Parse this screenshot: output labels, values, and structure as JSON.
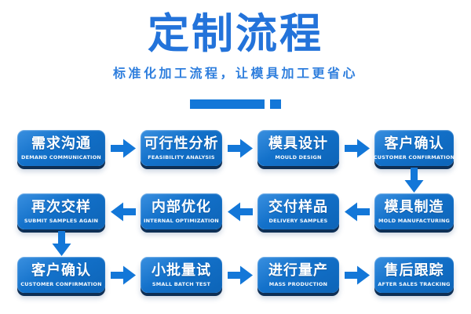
{
  "header": {
    "title": "定制流程",
    "subtitle": "标准化加工流程，让模具加工更省心"
  },
  "decoration": {
    "underline_style": "bar-and-square",
    "color": "#1377d8"
  },
  "colors": {
    "title_blue": "#2373da",
    "subtitle_blue": "#2e7edd",
    "arrow_blue": "#1377d8",
    "box_gradient_top": "#3a90e0",
    "box_gradient_bottom": "#0d64b7",
    "box_shadow_navy": "#0e2f55",
    "background": "#ffffff"
  },
  "flow": {
    "rows": [
      {
        "direction": "right",
        "steps": [
          {
            "zh": "需求沟通",
            "en": "DEMAND COMMUNICATION"
          },
          {
            "zh": "可行性分析",
            "en": "FEASIBILITY ANALYSIS"
          },
          {
            "zh": "模具设计",
            "en": "MOULD DESIGN"
          },
          {
            "zh": "客户确认",
            "en": "CUSTOMER CONFIRMATION"
          }
        ]
      },
      {
        "direction": "left",
        "steps": [
          {
            "zh": "再次交样",
            "en": "SUBMIT SAMPLES AGAIN"
          },
          {
            "zh": "内部优化",
            "en": "INTERNAL OPTIMIZATION"
          },
          {
            "zh": "交付样品",
            "en": "DELIVERY SAMPLES"
          },
          {
            "zh": "模具制造",
            "en": "MOLD MANUFACTURING"
          }
        ]
      },
      {
        "direction": "right",
        "steps": [
          {
            "zh": "客户确认",
            "en": "CUSTOMER CONFIRMATION"
          },
          {
            "zh": "小批量试",
            "en": "SMALL BATCH TEST"
          },
          {
            "zh": "进行量产",
            "en": "MASS PRODUCTION"
          },
          {
            "zh": "售后跟踪",
            "en": "AFTER SALES TRACKING"
          }
        ]
      }
    ]
  }
}
